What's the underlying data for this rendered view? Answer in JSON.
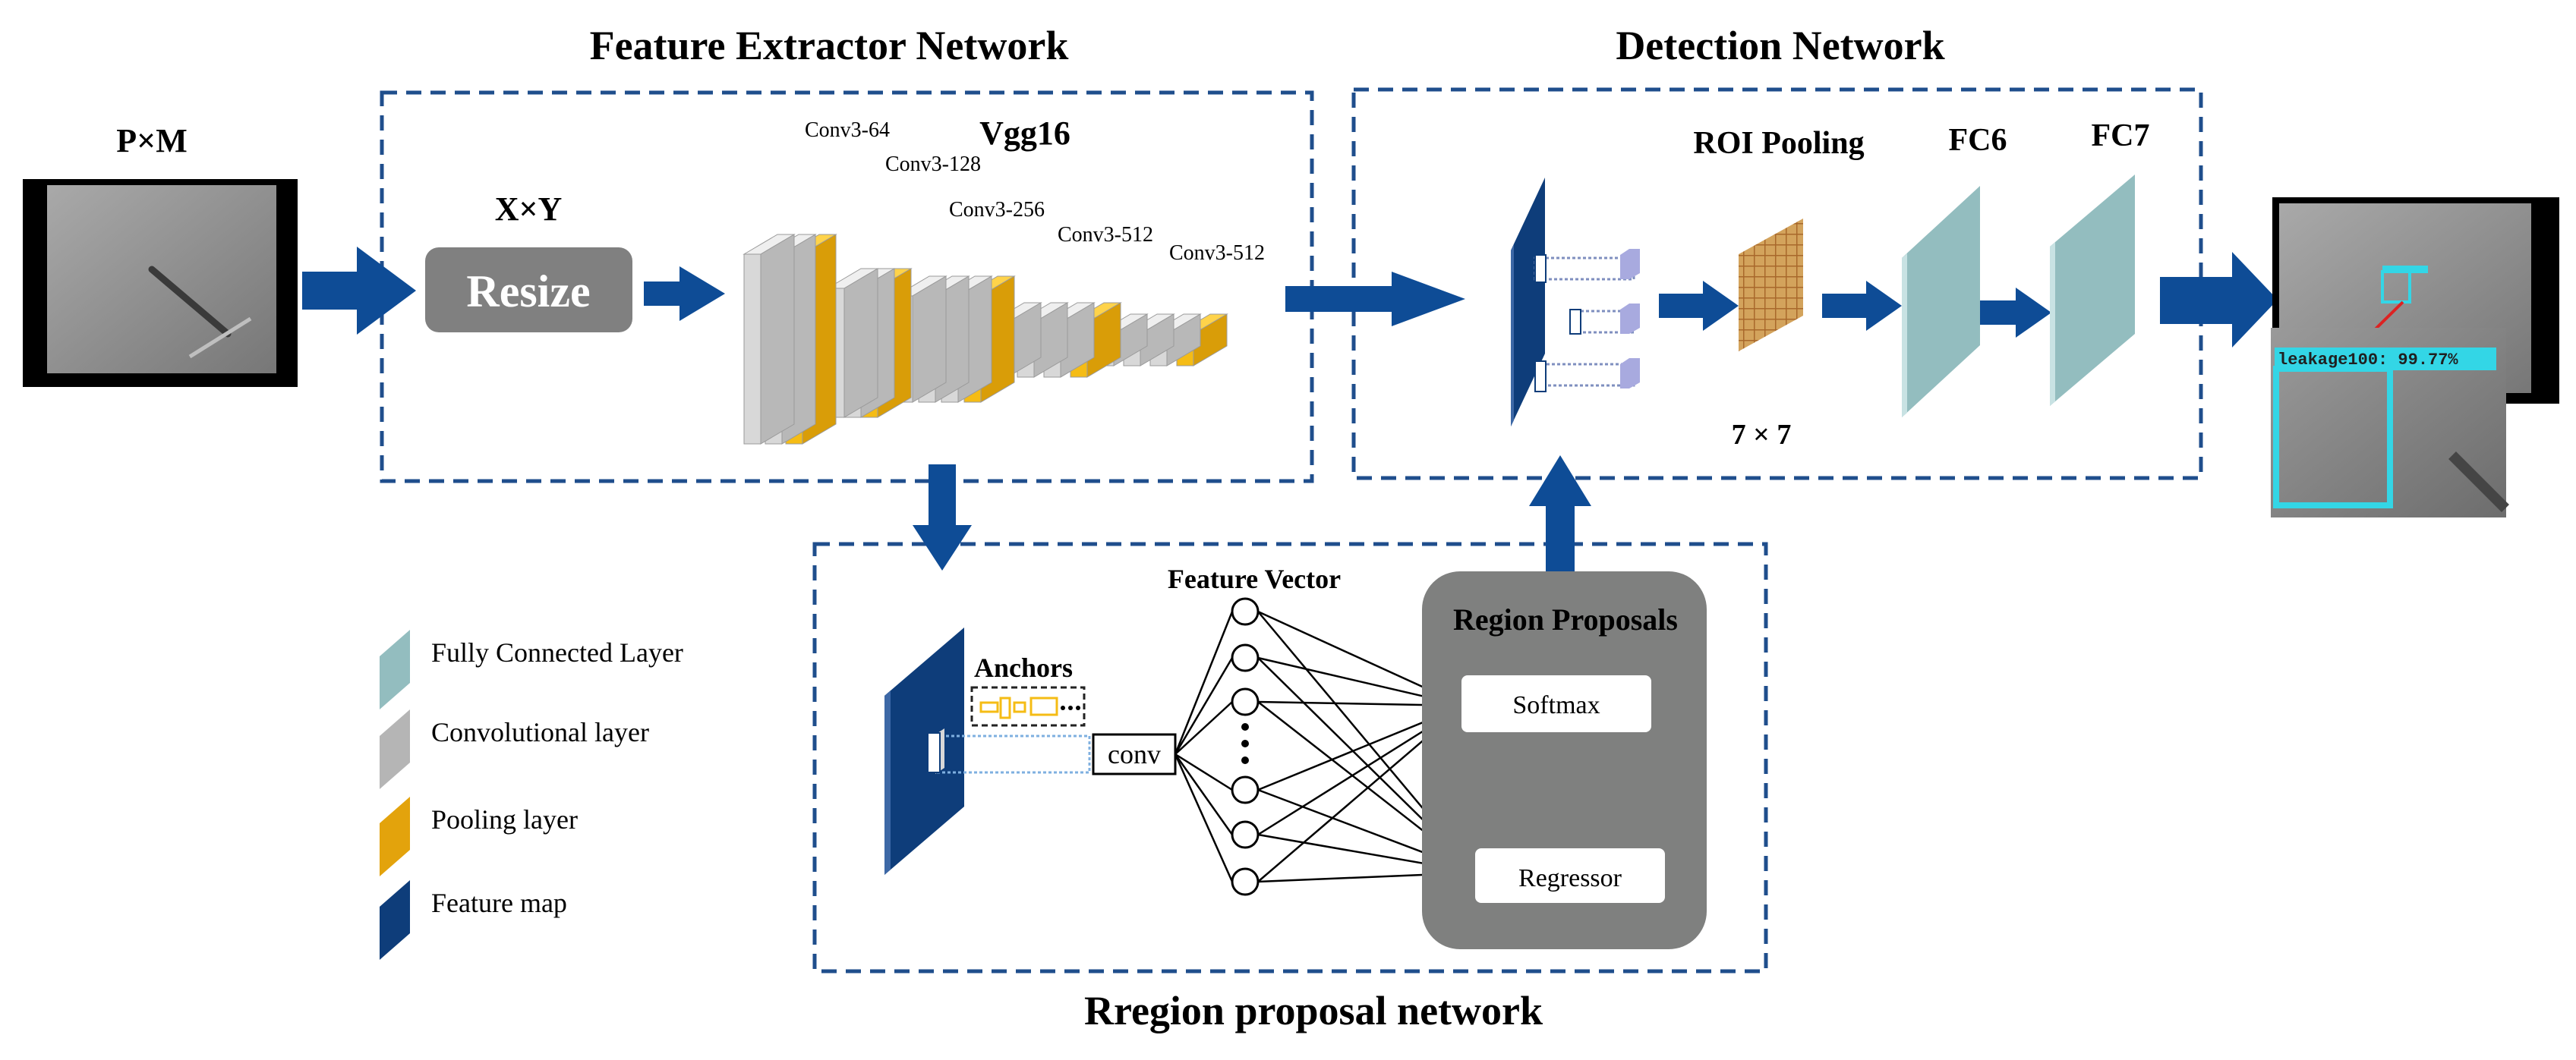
{
  "sections": {
    "feature_extractor": "Feature Extractor Network",
    "detection": "Detection Network",
    "rpn": "Rregion proposal network"
  },
  "input": {
    "label": "P×M"
  },
  "resize": {
    "size_label": "X×Y",
    "label": "Resize"
  },
  "vgg": {
    "title": "Vgg16",
    "layers": [
      "Conv3-64",
      "Conv3-128",
      "Conv3-256",
      "Conv3-512",
      "Conv3-512"
    ]
  },
  "detection": {
    "roi_pooling": "ROI Pooling",
    "roi_size": "7 × 7",
    "fc6": "FC6",
    "fc7": "FC7"
  },
  "output": {
    "detection_label": "leakage100: 99.77%"
  },
  "rpn": {
    "anchors": "Anchors",
    "conv": "conv",
    "feature_vector": "Feature Vector",
    "region_proposals": "Region Proposals",
    "softmax": "Softmax",
    "regressor": "Regressor"
  },
  "legend": [
    {
      "label": "Fully Connected Layer",
      "color": "#93BDBF"
    },
    {
      "label": "Convolutional layer",
      "color": "#B5B5B5"
    },
    {
      "label": "Pooling layer",
      "color": "#E3A30C"
    },
    {
      "label": "Feature map",
      "color": "#0E3D7A"
    }
  ],
  "colors": {
    "arrow": "#0E4C96",
    "dash": "#1F4E8C",
    "feature_map": "#0E3D7A",
    "fc": "#93BDBF",
    "pool": "#F5BC15",
    "conv": "#D8D8D8",
    "region_box": "#7F807F"
  }
}
